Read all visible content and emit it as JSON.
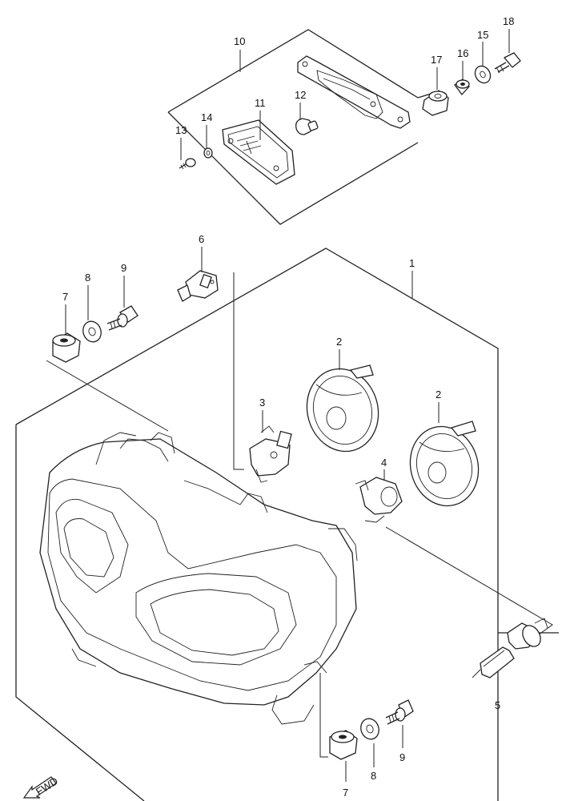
{
  "callouts": {
    "c1": "1",
    "c2a": "2",
    "c2b": "2",
    "c3": "3",
    "c4": "4",
    "c5": "5",
    "c6": "6",
    "c7a": "7",
    "c7b": "7",
    "c8a": "8",
    "c8b": "8",
    "c9a": "9",
    "c9b": "9",
    "c10": "10",
    "c11": "11",
    "c12": "12",
    "c13": "13",
    "c14": "14",
    "c15": "15",
    "c16": "16",
    "c17": "17",
    "c18": "18"
  },
  "front_arrow": {
    "label": "FWD",
    "icon": "forward-arrow-icon"
  },
  "colors": {
    "line": "#222222",
    "background": "#ffffff"
  }
}
